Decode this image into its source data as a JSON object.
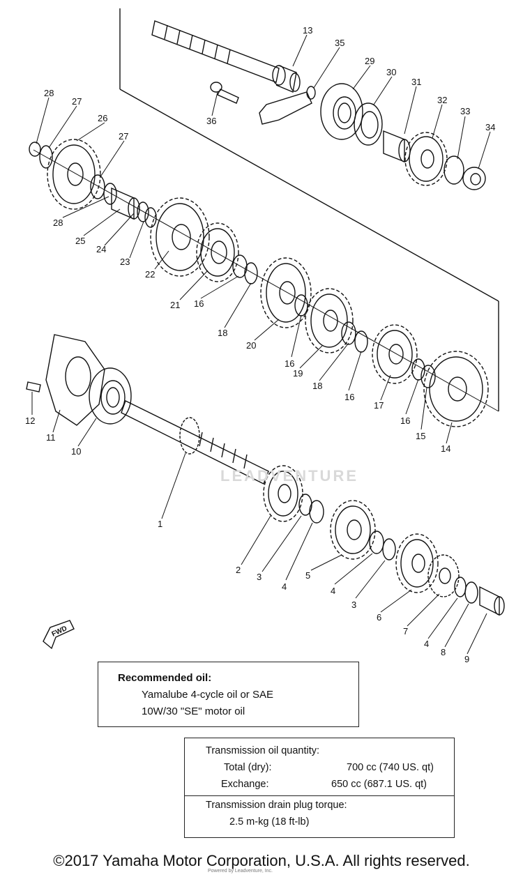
{
  "callouts": [
    "13",
    "35",
    "29",
    "30",
    "31",
    "32",
    "33",
    "34",
    "36",
    "28",
    "27",
    "26",
    "27",
    "28",
    "25",
    "24",
    "23",
    "22",
    "21",
    "16",
    "18",
    "20",
    "16",
    "19",
    "18",
    "16",
    "17",
    "16",
    "15",
    "14",
    "12",
    "11",
    "10",
    "1",
    "2",
    "3",
    "4",
    "5",
    "4",
    "3",
    "6",
    "7",
    "4",
    "8",
    "9"
  ],
  "fwd_label": "FWD",
  "oil_box": {
    "title": "Recommended oil:",
    "line1": "Yamalube 4-cycle oil or SAE",
    "line2": "10W/30 \"SE\" motor oil"
  },
  "spec_box": {
    "qty_title": "Transmission oil quantity:",
    "total_label": "Total (dry):",
    "total_value": "700 cc (740 US. qt)",
    "exchange_label": "Exchange:",
    "exchange_value": "650 cc (687.1 US. qt)",
    "torque_title": "Transmission drain plug torque:",
    "torque_value": "2.5 m-kg (18 ft-lb)"
  },
  "watermark": "LEADVENTURE",
  "copyright": "©2017 Yamaha Motor Corporation, U.S.A. All rights reserved.",
  "small_credit": "Powered by Leadventure, Inc."
}
